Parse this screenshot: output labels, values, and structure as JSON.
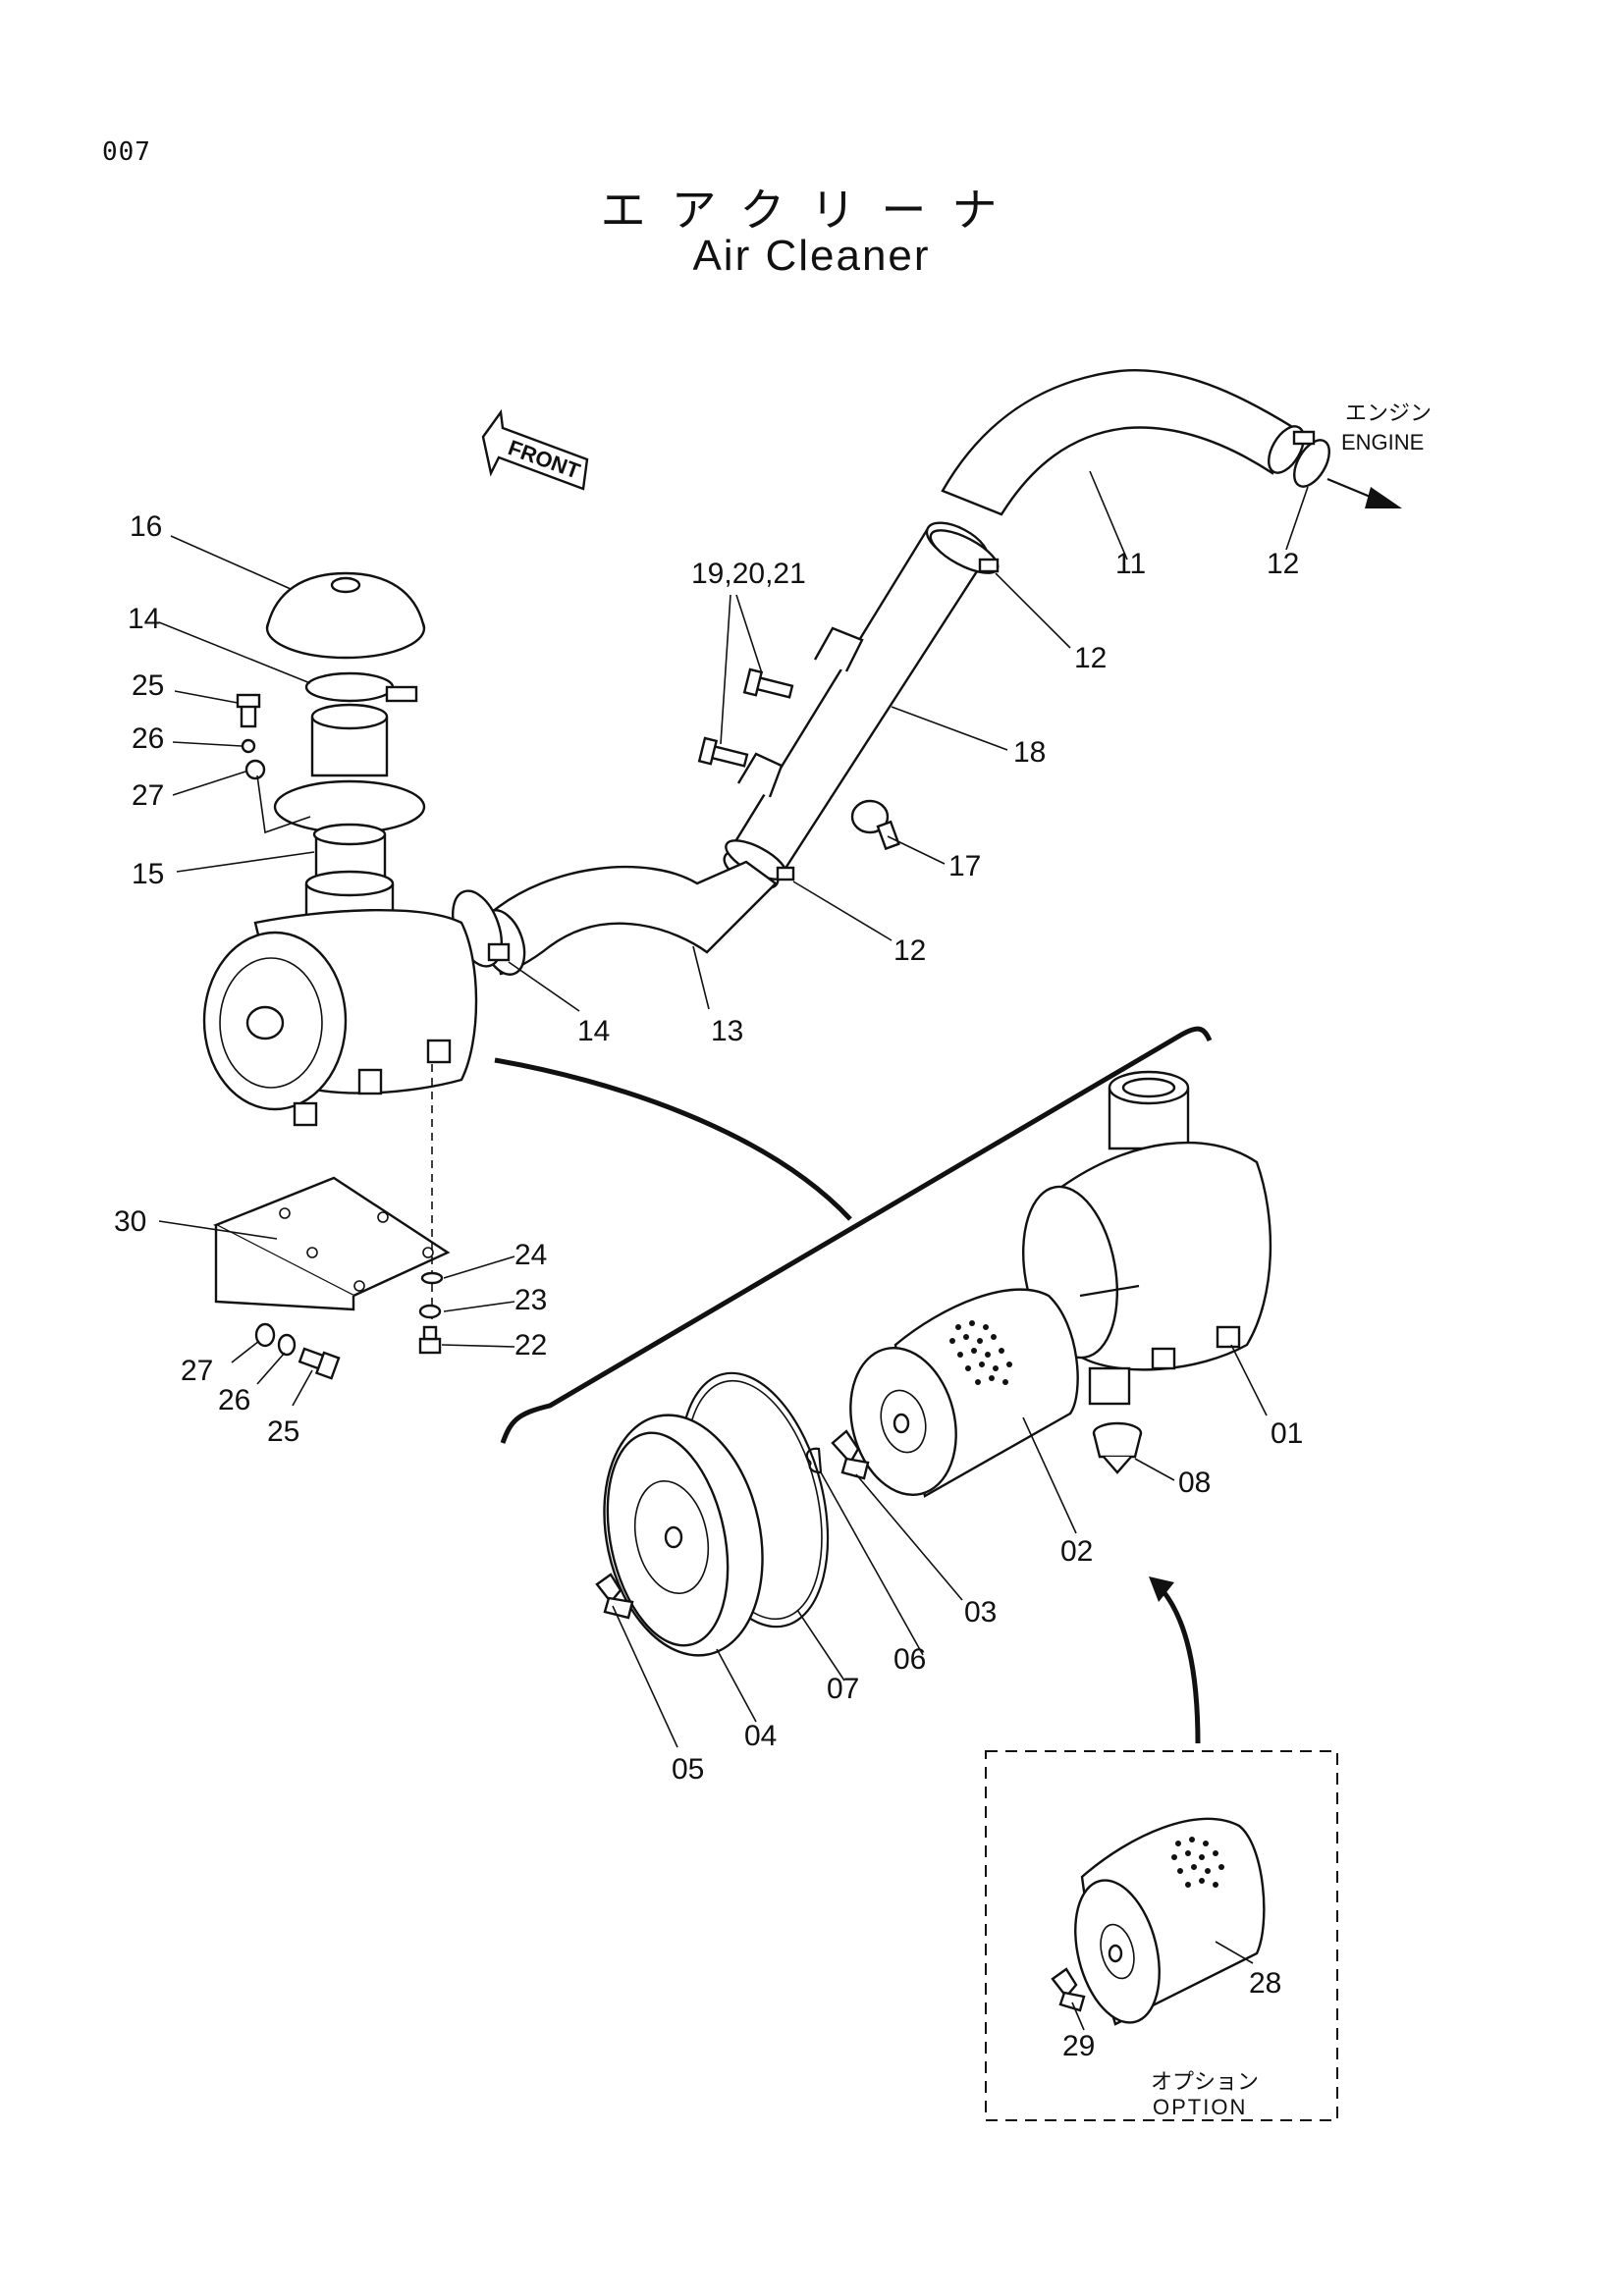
{
  "page_number": "007",
  "title_jp": "エアクリーナ",
  "title_en": "Air Cleaner",
  "direction_labels": {
    "front": "FRONT",
    "engine_jp": "エンジン",
    "engine_en": "ENGINE"
  },
  "option_box": {
    "label_jp": "オプション",
    "label_en": "OPTION"
  },
  "callouts": {
    "c16": "16",
    "c14a": "14",
    "c25a": "25",
    "c26a": "26",
    "c27a": "27",
    "c15": "15",
    "c1921": "19,20,21",
    "c11": "11",
    "c12a": "12",
    "c12b": "12",
    "c18": "18",
    "c17": "17",
    "c12c": "12",
    "c14b": "14",
    "c13": "13",
    "c30": "30",
    "c24": "24",
    "c23": "23",
    "c22": "22",
    "c27b": "27",
    "c26b": "26",
    "c25b": "25",
    "c01": "01",
    "c08": "08",
    "c02": "02",
    "c03": "03",
    "c06": "06",
    "c07": "07",
    "c04": "04",
    "c05": "05",
    "c28": "28",
    "c29": "29"
  }
}
